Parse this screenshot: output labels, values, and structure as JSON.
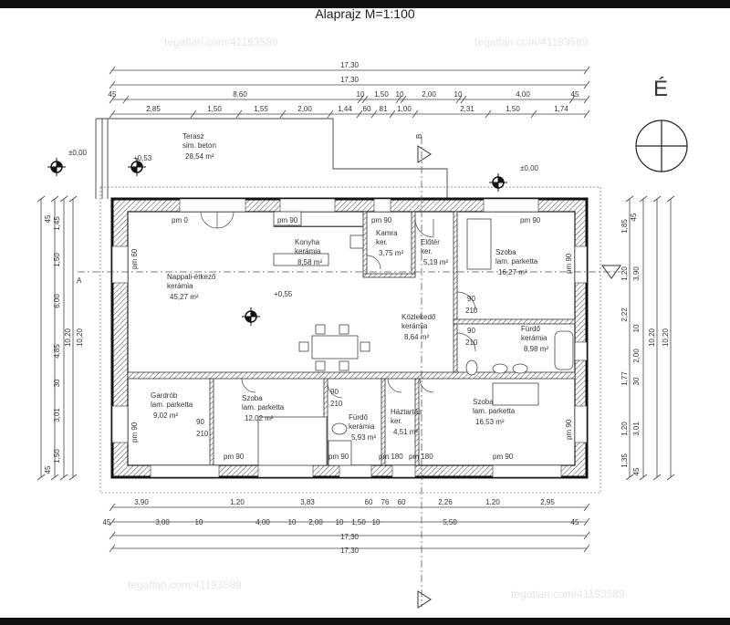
{
  "title": "Alaprajz  M=1:100",
  "north_label": "É",
  "section_labels": {
    "a": "A",
    "b": "B"
  },
  "watermark": "tegatlan.com/41193589",
  "levels": [
    "±0,00",
    "+0,53",
    "+0,55",
    "±0,00"
  ],
  "rooms": [
    {
      "name": "Terasz",
      "floor": "sim. beton",
      "area": "28,54 m²"
    },
    {
      "name": "Konyha",
      "floor": "kerámia",
      "area": "8,58 m²"
    },
    {
      "name": "Kamra",
      "floor": "ker.",
      "area": "3,75 m²"
    },
    {
      "name": "Előtér",
      "floor": "ker.",
      "area": "5,19 m²"
    },
    {
      "name": "Szoba",
      "floor": "lam. parketta",
      "area": "16,27 m²"
    },
    {
      "name": "Nappali-étkező",
      "floor": "kerámia",
      "area": "45,27 m²"
    },
    {
      "name": "Közlekedő",
      "floor": "kerámia",
      "area": "8,64 m²"
    },
    {
      "name": "Fürdő",
      "floor": "kerámia",
      "area": "8,98 m²"
    },
    {
      "name": "Gardrób",
      "floor": "lam. parketta",
      "area": "9,02 m²"
    },
    {
      "name": "Szoba",
      "floor": "lam. parketta",
      "area": "12,02 m²"
    },
    {
      "name": "Fürdő",
      "floor": "kerámia",
      "area": "5,93 m²"
    },
    {
      "name": "Háztartás",
      "floor": "ker.",
      "area": "4,51 m²"
    },
    {
      "name": "Szoba",
      "floor": "lam. parketta",
      "area": "16,53 m²"
    }
  ],
  "opening_labels": [
    "pm 0",
    "pm 90",
    "pm 90",
    "pm 90",
    "pm 60",
    "pm 90",
    "pm 90",
    "pm 90",
    "pm 90",
    "pm 180",
    "pm 180",
    "pm 90",
    "pm 90",
    "90",
    "210",
    "90",
    "210",
    "90",
    "210",
    "90",
    "210"
  ],
  "dimensions": {
    "top_total": [
      "17,30",
      "17,30"
    ],
    "top_row1": [
      "45",
      "8,60",
      "10",
      "1,50",
      "10",
      "2,00",
      "10",
      "4,00",
      "45"
    ],
    "top_row2": [
      "2,85",
      "1,50",
      "1,55",
      "2,00",
      "1,44",
      "60",
      "81",
      "1,00",
      "2,31",
      "1,50",
      "1,74"
    ],
    "bottom_row1": [
      "3,90",
      "1,20",
      "3,83",
      "60",
      "76",
      "60",
      "2,26",
      "1,20",
      "2,95"
    ],
    "bottom_row2": [
      "45",
      "3,00",
      "10",
      "4,00",
      "10",
      "2,00",
      "10",
      "1,50",
      "10",
      "5,50",
      "45"
    ],
    "bottom_total": [
      "17,30",
      "17,30"
    ],
    "left": [
      "45",
      "1,45",
      "1,50",
      "6,00",
      "4,85",
      "30",
      "3,01",
      "1,50",
      "45",
      "10,20",
      "10,20"
    ],
    "right": [
      "1,85",
      "45",
      "1,20",
      "3,90",
      "2,22",
      "10",
      "2,00",
      "1,77",
      "30",
      "1,20",
      "3,01",
      "1,35",
      "45",
      "10,20",
      "10,20"
    ]
  }
}
